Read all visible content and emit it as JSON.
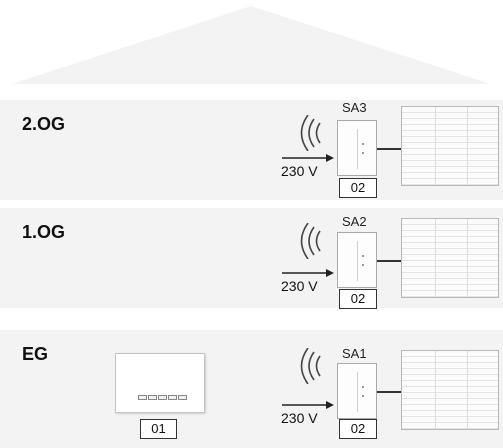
{
  "floors": {
    "top": {
      "label": "2.OG",
      "actuator": "SA3",
      "voltage": "230 V",
      "code": "02"
    },
    "middle": {
      "label": "1.OG",
      "actuator": "SA2",
      "voltage": "230 V",
      "code": "02"
    },
    "bottom": {
      "label": "EG",
      "actuator": "SA1",
      "voltage": "230 V",
      "code": "02",
      "panel_code": "01"
    }
  },
  "icons": [
    "roof",
    "wireless-signal",
    "switch-actuator",
    "roller-blind",
    "arrow",
    "control-panel"
  ]
}
